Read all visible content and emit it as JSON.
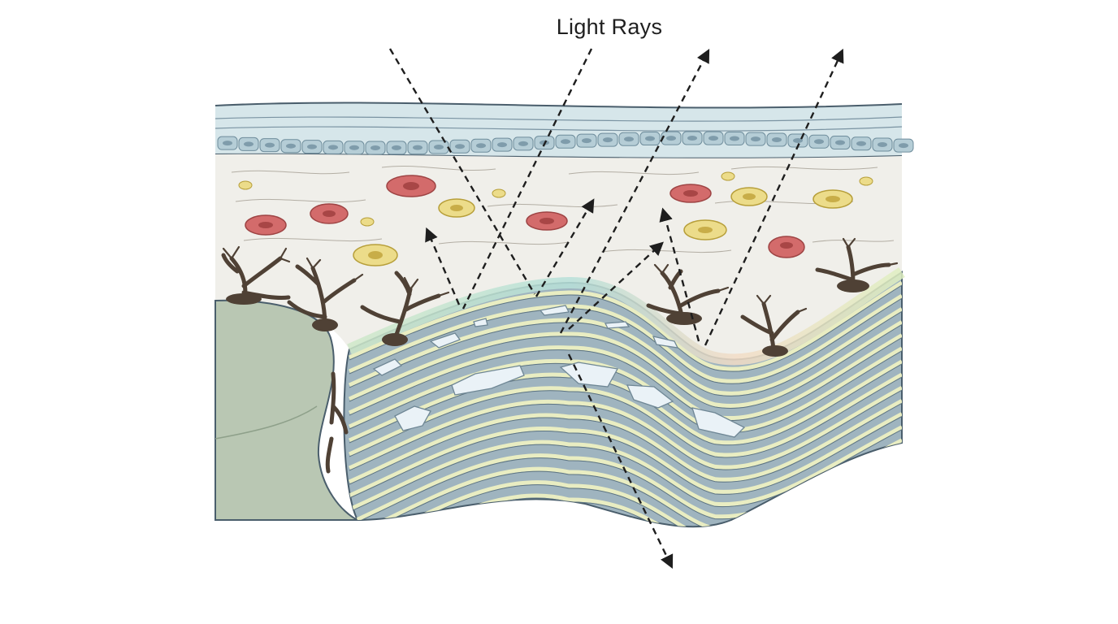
{
  "diagram": {
    "label": "Light Rays",
    "colors": {
      "tissue": "#f0efea",
      "epidermis": "#c9dde3",
      "stroma": "#c2cfd8",
      "lamella_dark": "#8da4b0",
      "lamella_light": "#e9edc2",
      "iridescent": "#b7e0d9",
      "pigment": "#4f4135",
      "red_cell": "#d36b6b",
      "yellow_cell": "#e3d27a",
      "crystal": "#e8f1f6",
      "nodule": "#b8c6b2"
    },
    "icons": [
      "light-ray-arrow",
      "melanophore",
      "guanine-crystal",
      "blood-cell",
      "xanthophore-cell"
    ]
  }
}
